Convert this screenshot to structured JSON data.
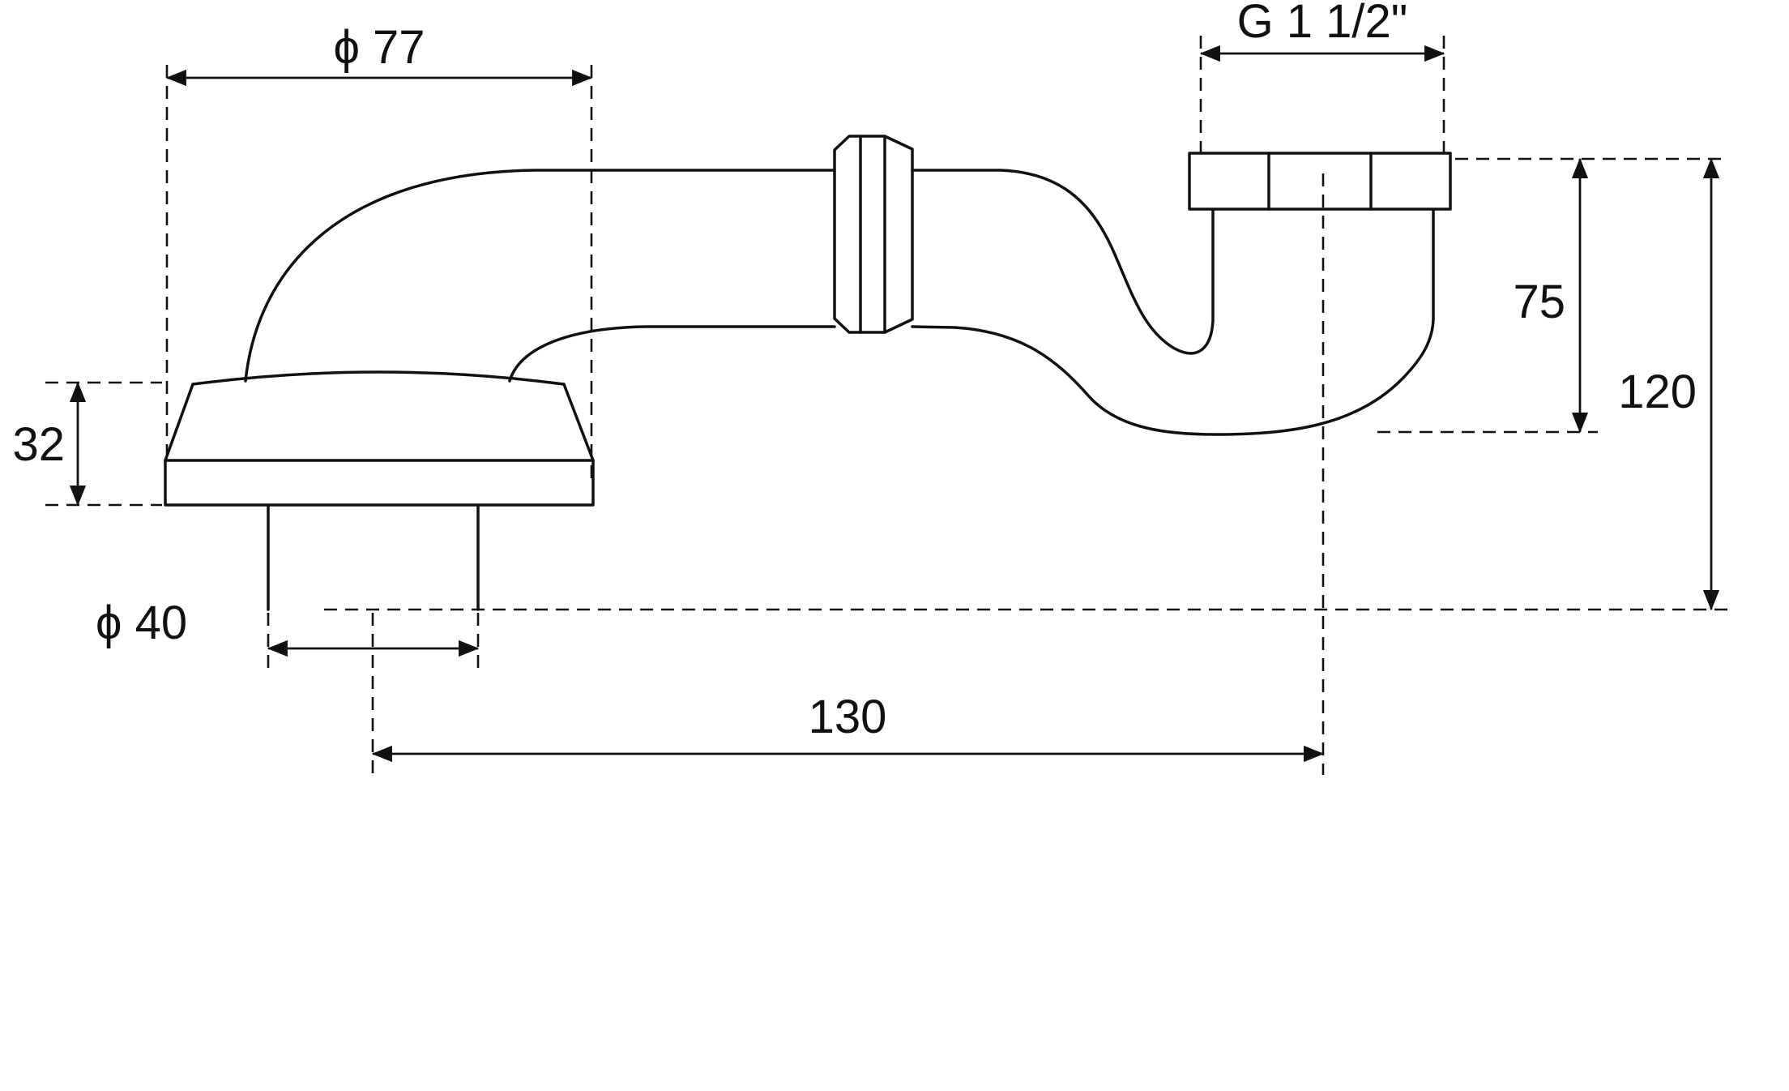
{
  "drawing": {
    "colors": {
      "line": "#111111",
      "background": "#ffffff"
    },
    "labels": {
      "flange_diameter": "ϕ 77",
      "thread_size": "G 1 1/2\"",
      "flange_height": "32",
      "tailpipe_diameter": "ϕ 40",
      "trap_depth": "75",
      "overall_height": "120",
      "outlet_offset": "130"
    }
  }
}
